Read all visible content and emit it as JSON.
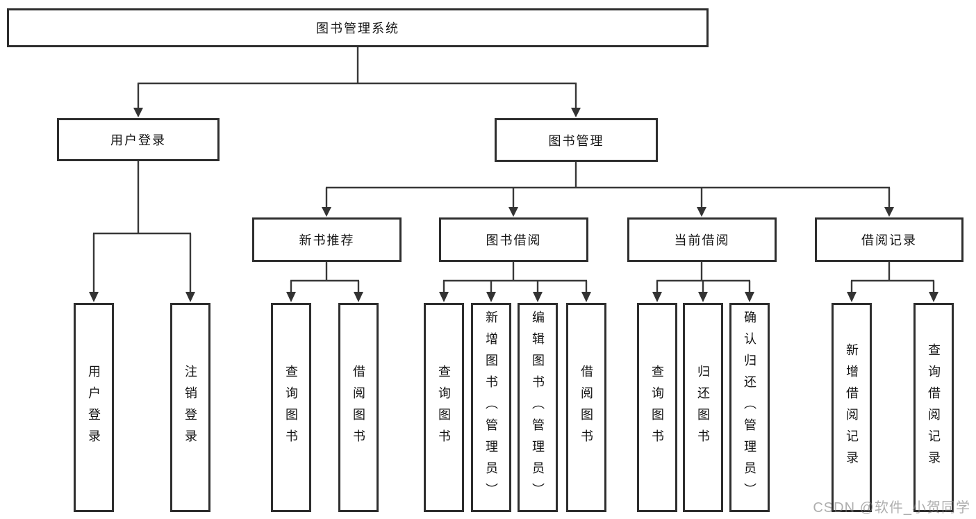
{
  "root": {
    "label": "图书管理系统"
  },
  "level2": [
    {
      "label": "用户登录"
    },
    {
      "label": "图书管理"
    }
  ],
  "level3": [
    {
      "label": "新书推荐"
    },
    {
      "label": "图书借阅"
    },
    {
      "label": "当前借阅"
    },
    {
      "label": "借阅记录"
    }
  ],
  "leaves": {
    "user_login": [
      {
        "label": "用户登录"
      },
      {
        "label": "注销登录"
      }
    ],
    "new_book": [
      {
        "label": "查询图书"
      },
      {
        "label": "借阅图书"
      }
    ],
    "book_borrow": [
      {
        "label": "查询图书"
      },
      {
        "label": "新增图书（管理员）"
      },
      {
        "label": "编辑图书（管理员）"
      },
      {
        "label": "借阅图书"
      }
    ],
    "current_borrow": [
      {
        "label": "查询图书"
      },
      {
        "label": "归还图书"
      },
      {
        "label": "确认归还（管理员）"
      }
    ],
    "borrow_records": [
      {
        "label": "新增借阅记录"
      },
      {
        "label": "查询借阅记录"
      }
    ]
  },
  "watermark": {
    "text": "CSDN @软件_小贺同学"
  },
  "colors": {
    "line": "#383838",
    "border": "#2e2e2e",
    "text": "#141414",
    "background": "#ffffff",
    "watermark": "#7d7d7d"
  }
}
